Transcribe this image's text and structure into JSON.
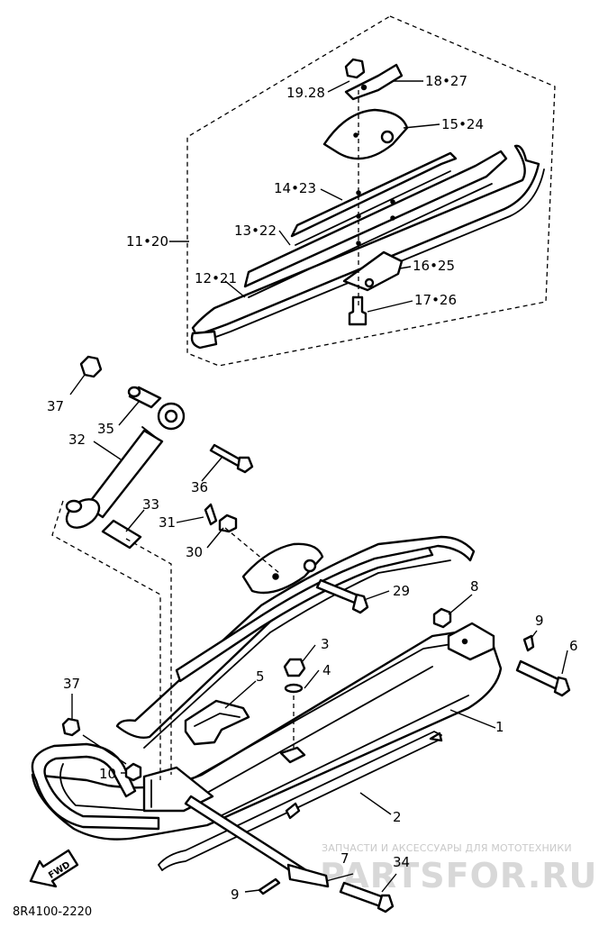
{
  "diagram": {
    "drawing_code": "8R4100-2220",
    "forward_marker": "FWD",
    "watermark": {
      "caption": "ЗАПЧАСТИ И АКСЕССУАРЫ ДЛЯ МОТОТЕХНИКИ",
      "brand": "PARTSFOR.RU"
    },
    "callouts": [
      {
        "id": "c-19-28",
        "text": "19.28"
      },
      {
        "id": "c-18-27",
        "text": "18•27"
      },
      {
        "id": "c-15-24",
        "text": "15•24"
      },
      {
        "id": "c-14-23",
        "text": "14•23"
      },
      {
        "id": "c-13-22",
        "text": "13•22"
      },
      {
        "id": "c-11-20",
        "text": "11•20"
      },
      {
        "id": "c-12-21",
        "text": "12•21"
      },
      {
        "id": "c-16-25",
        "text": "16•25"
      },
      {
        "id": "c-17-26",
        "text": "17•26"
      },
      {
        "id": "c-37a",
        "text": "37"
      },
      {
        "id": "c-35",
        "text": "35"
      },
      {
        "id": "c-32",
        "text": "32"
      },
      {
        "id": "c-36",
        "text": "36"
      },
      {
        "id": "c-33",
        "text": "33"
      },
      {
        "id": "c-31",
        "text": "31"
      },
      {
        "id": "c-30",
        "text": "30"
      },
      {
        "id": "c-29",
        "text": "29"
      },
      {
        "id": "c-8",
        "text": "8"
      },
      {
        "id": "c-9a",
        "text": "9"
      },
      {
        "id": "c-6",
        "text": "6"
      },
      {
        "id": "c-3",
        "text": "3"
      },
      {
        "id": "c-4",
        "text": "4"
      },
      {
        "id": "c-5",
        "text": "5"
      },
      {
        "id": "c-37b",
        "text": "37"
      },
      {
        "id": "c-1",
        "text": "1"
      },
      {
        "id": "c-10",
        "text": "10"
      },
      {
        "id": "c-2",
        "text": "2"
      },
      {
        "id": "c-7",
        "text": "7"
      },
      {
        "id": "c-34",
        "text": "34"
      },
      {
        "id": "c-9b",
        "text": "9"
      }
    ]
  }
}
